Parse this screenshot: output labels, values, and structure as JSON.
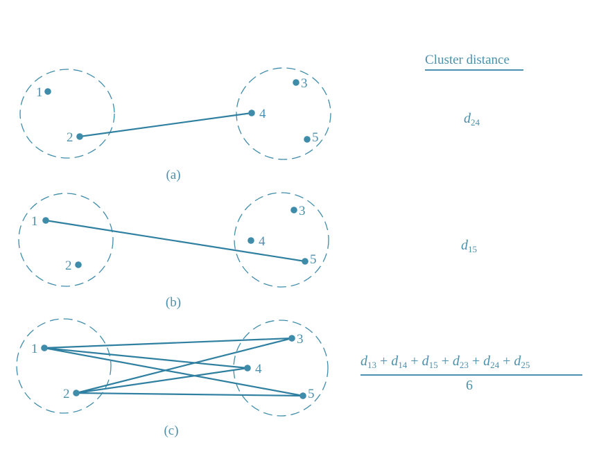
{
  "header": {
    "title": "Cluster distance"
  },
  "panels": [
    {
      "caption": "(a)",
      "points": [
        {
          "label": "1"
        },
        {
          "label": "2"
        },
        {
          "label": "3"
        },
        {
          "label": "4"
        },
        {
          "label": "5"
        }
      ],
      "edges": [
        [
          "2",
          "4"
        ]
      ],
      "distance": {
        "symbol": "d",
        "subscript": "24"
      }
    },
    {
      "caption": "(b)",
      "points": [
        {
          "label": "1"
        },
        {
          "label": "2"
        },
        {
          "label": "3"
        },
        {
          "label": "4"
        },
        {
          "label": "5"
        }
      ],
      "edges": [
        [
          "1",
          "5"
        ]
      ],
      "distance": {
        "symbol": "d",
        "subscript": "15"
      }
    },
    {
      "caption": "(c)",
      "points": [
        {
          "label": "1"
        },
        {
          "label": "2"
        },
        {
          "label": "3"
        },
        {
          "label": "4"
        },
        {
          "label": "5"
        }
      ],
      "edges": [
        [
          "1",
          "3"
        ],
        [
          "1",
          "4"
        ],
        [
          "1",
          "5"
        ],
        [
          "2",
          "3"
        ],
        [
          "2",
          "4"
        ],
        [
          "2",
          "5"
        ]
      ],
      "average": {
        "terms": [
          {
            "symbol": "d",
            "subscript": "13"
          },
          {
            "symbol": "d",
            "subscript": "14"
          },
          {
            "symbol": "d",
            "subscript": "15"
          },
          {
            "symbol": "d",
            "subscript": "23"
          },
          {
            "symbol": "d",
            "subscript": "24"
          },
          {
            "symbol": "d",
            "subscript": "25"
          }
        ],
        "operator": "+",
        "denominator": "6"
      }
    }
  ]
}
